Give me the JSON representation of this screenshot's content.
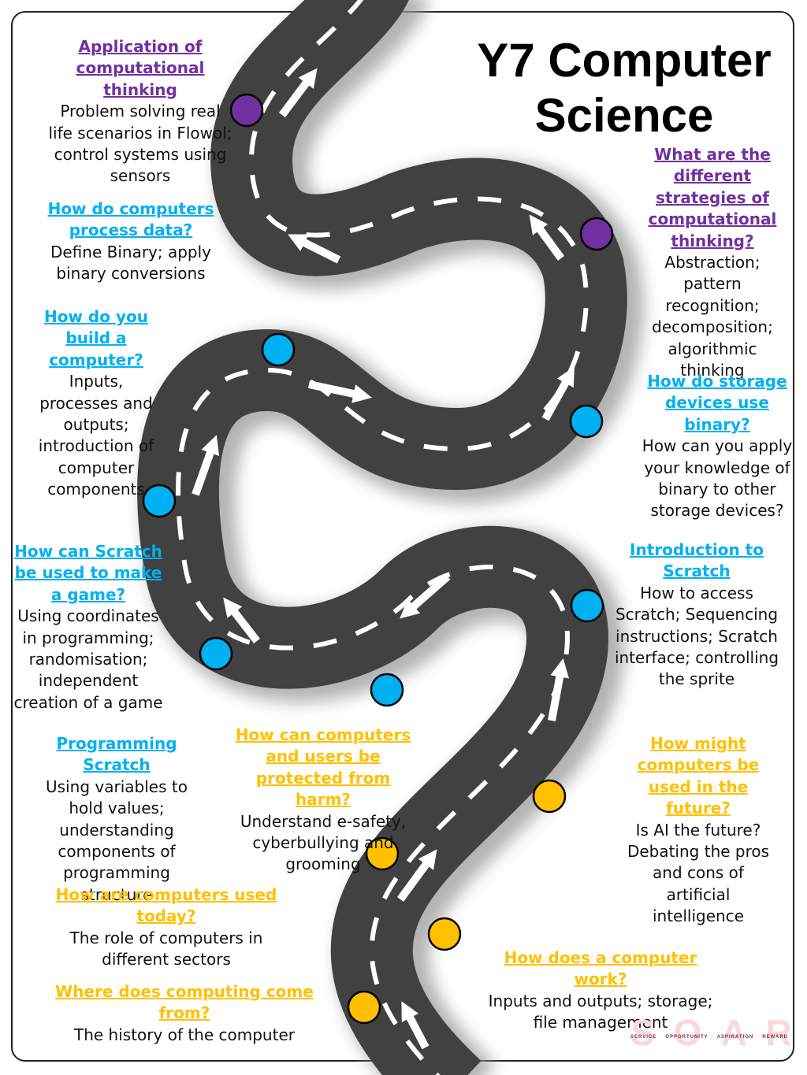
{
  "title": "Y7 Computer Science",
  "colors": {
    "purple": "#7030a0",
    "blue": "#00b0f0",
    "gold": "#ffc000",
    "road": "#414141"
  },
  "topics": [
    {
      "id": "application-computational-thinking",
      "color": "purple",
      "question": "Application of computational thinking",
      "description": "Problem solving real life scenarios in Flowol; control systems using sensors"
    },
    {
      "id": "strategies-computational-thinking",
      "color": "purple",
      "question": "What are the different strategies of computational thinking?",
      "description": "Abstraction; pattern recognition; decomposition; algorithmic thinking"
    },
    {
      "id": "computers-process-data",
      "color": "blue",
      "question": "How do computers process data?",
      "description": "Define Binary; apply binary conversions"
    },
    {
      "id": "build-a-computer",
      "color": "blue",
      "question": "How do you build a computer?",
      "description": "Inputs, processes and outputs; introduction of computer components"
    },
    {
      "id": "storage-devices-binary",
      "color": "blue",
      "question": "How do storage devices use binary?",
      "description": "How can you apply your knowledge of binary to other storage devices?"
    },
    {
      "id": "scratch-make-game",
      "color": "blue",
      "question": "How can Scratch be used to make a game?",
      "description": "Using coordinates in programming; randomisation; independent creation of a game"
    },
    {
      "id": "introduction-to-scratch",
      "color": "blue",
      "question": "Introduction to Scratch",
      "description": "How to access Scratch; Sequencing instructions; Scratch interface; controlling the sprite"
    },
    {
      "id": "programming-scratch",
      "color": "blue",
      "question": "Programming Scratch",
      "description": "Using variables to hold values; understanding components of programming structure"
    },
    {
      "id": "computers-users-protected",
      "color": "gold",
      "question": "How can  computers and users be protected from harm?",
      "description": "Understand e-safety, cyberbullying and grooming"
    },
    {
      "id": "computers-used-future",
      "color": "gold",
      "question": "How might computers be used in the future?",
      "description": "Is AI the future? Debating the pros and cons of artificial intelligence"
    },
    {
      "id": "computers-used-today",
      "color": "gold",
      "question": "How are computers used today?",
      "description": "The role of computers in different sectors"
    },
    {
      "id": "computer-work",
      "color": "gold",
      "question": "How does a computer work?",
      "description": "Inputs and outputs; storage; file management"
    },
    {
      "id": "computing-come-from",
      "color": "gold",
      "question": "Where does computing come from?",
      "description": "The history of the computer"
    }
  ],
  "milestones": [
    "purple",
    "purple",
    "blue",
    "blue",
    "blue",
    "blue",
    "blue",
    "blue",
    "gold",
    "gold",
    "gold",
    "gold"
  ],
  "logo": {
    "letters": "SOAR",
    "words": [
      "SERVICE",
      "OPPORTUNITY",
      "ASPIRATION",
      "REWARD"
    ]
  }
}
